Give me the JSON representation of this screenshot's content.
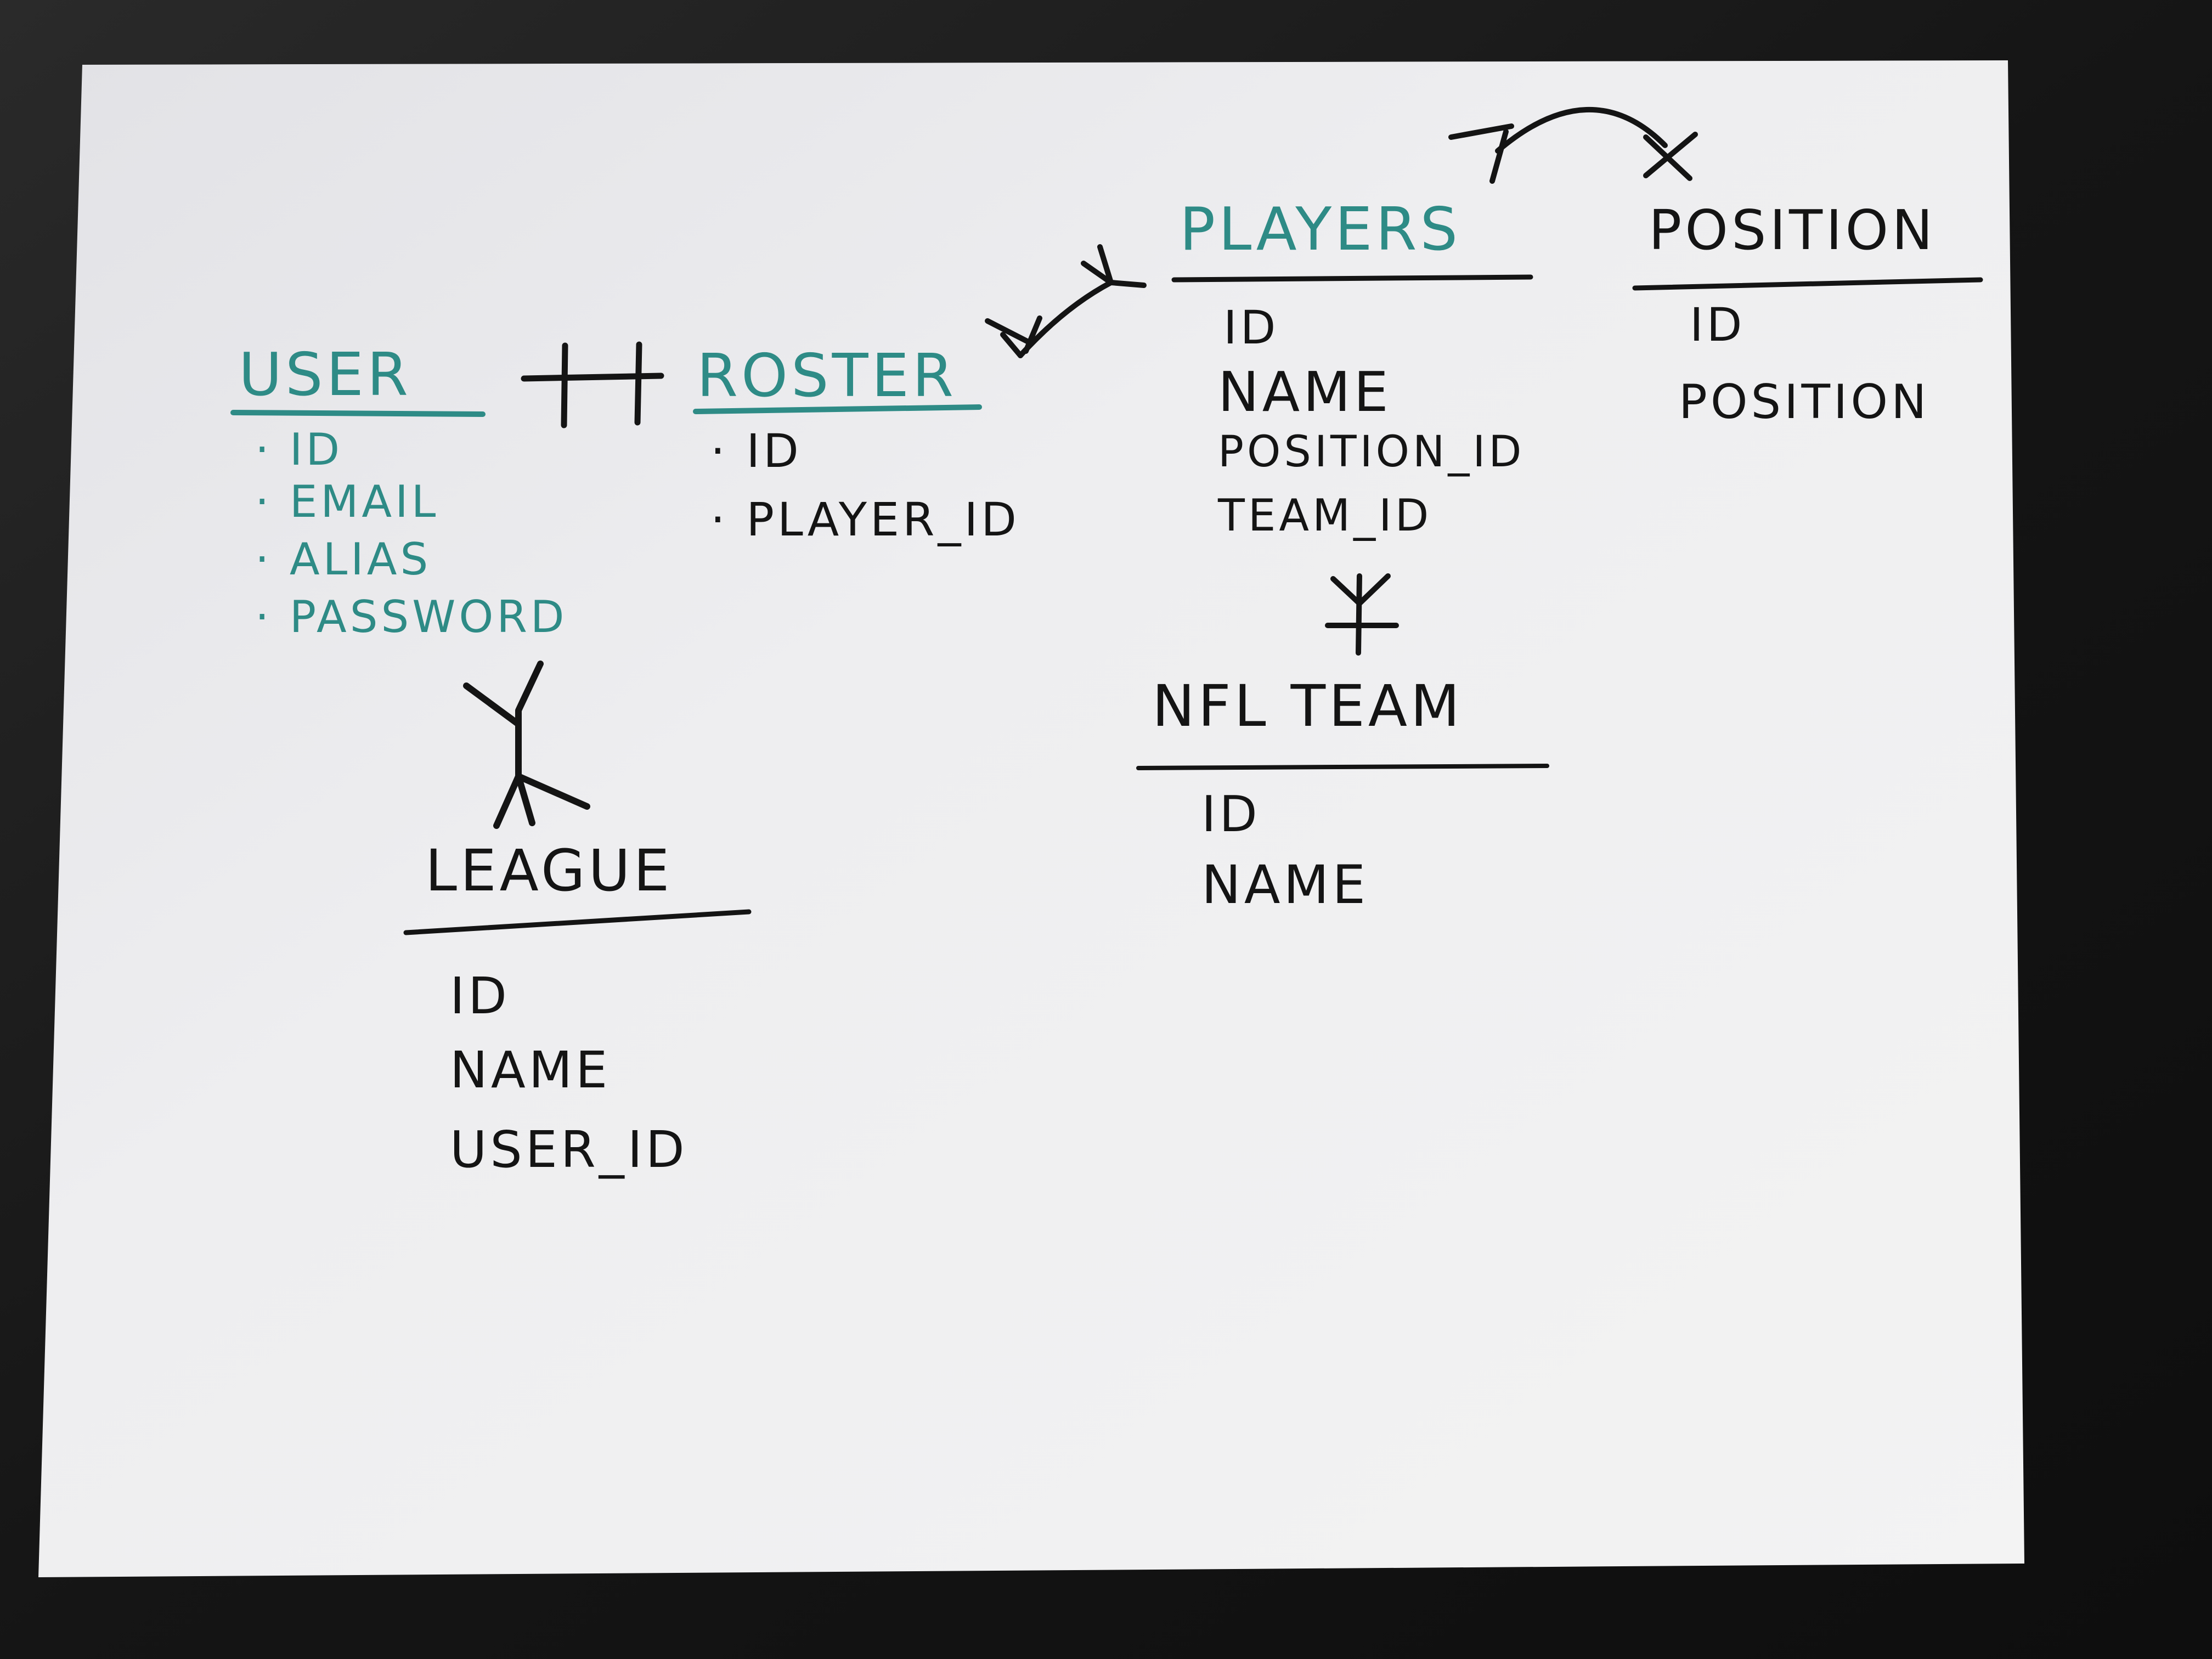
{
  "colors": {
    "teal_ink": "#2e8b86",
    "black_ink": "#141414",
    "paper": "#ececee",
    "desk": "#161616"
  },
  "entities": {
    "user": {
      "title": "USER",
      "fields": [
        "· ID",
        "· EMAIL",
        "· ALIAS",
        "· PASSWORD"
      ]
    },
    "roster": {
      "title": "ROSTER",
      "fields": [
        "· ID",
        "· PLAYER_ID"
      ]
    },
    "players": {
      "title": "PLAYERS",
      "fields": [
        "ID",
        "NAME",
        "POSITION_ID",
        "TEAM_ID"
      ]
    },
    "position": {
      "title": "POSITION",
      "fields": [
        "ID",
        "POSITION"
      ]
    },
    "nfl_team": {
      "title": "NFL TEAM",
      "fields": [
        "ID",
        "NAME"
      ]
    },
    "league": {
      "title": "LEAGUE",
      "fields": [
        "ID",
        "NAME",
        "USER_ID"
      ]
    }
  },
  "relationships": [
    {
      "from": "user",
      "to": "roster",
      "notation": "one-to-one"
    },
    {
      "from": "roster",
      "to": "players",
      "notation": "many-to-many"
    },
    {
      "from": "players",
      "to": "position",
      "notation": "many-to-one"
    },
    {
      "from": "players",
      "to": "nfl_team",
      "notation": "many-to-one"
    },
    {
      "from": "user",
      "to": "league",
      "notation": "many-to-many"
    }
  ]
}
